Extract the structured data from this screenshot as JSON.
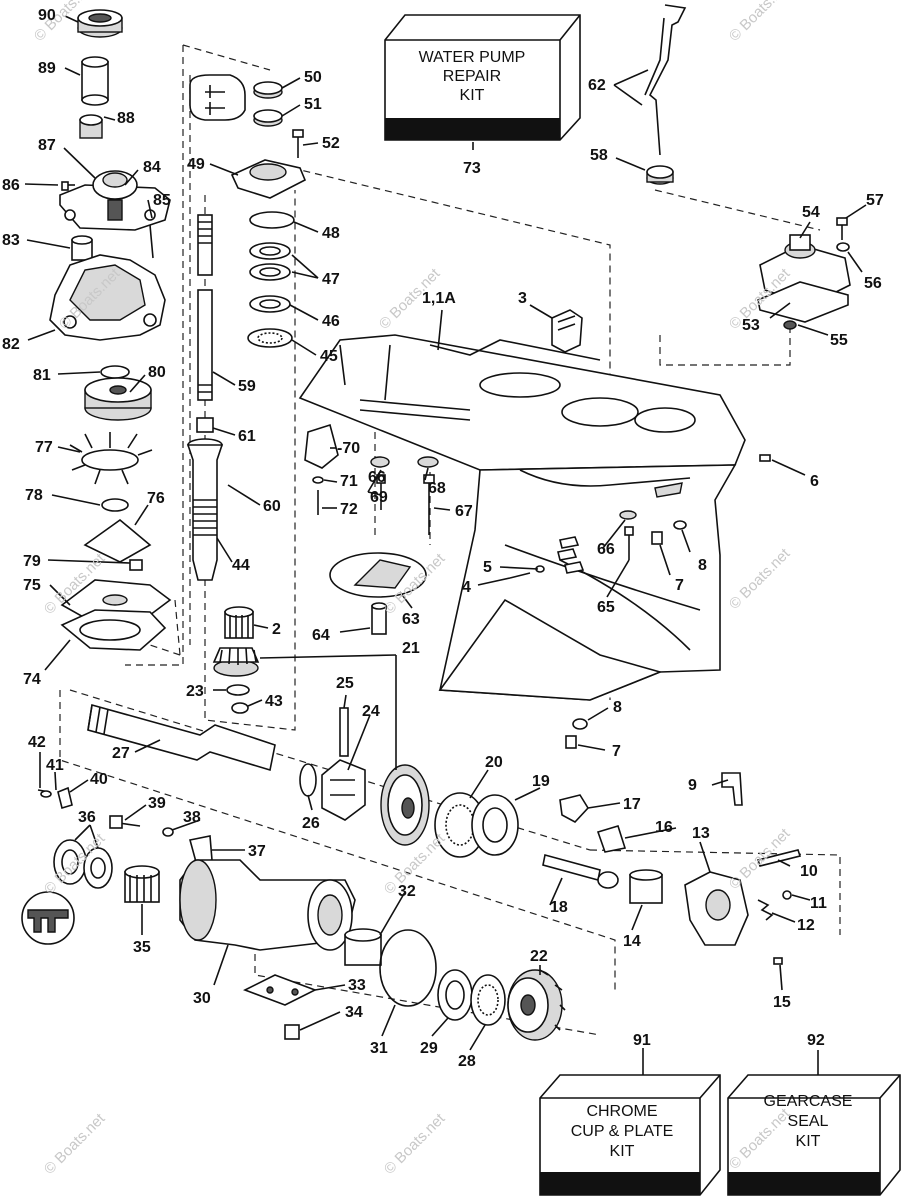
{
  "diagram": {
    "kits": {
      "water_pump": [
        "WATER PUMP",
        "REPAIR",
        "KIT"
      ],
      "chrome_cup": [
        "CHROME",
        "CUP & PLATE",
        "KIT"
      ],
      "gearcase_seal": [
        "GEARCASE",
        "SEAL",
        "KIT"
      ]
    },
    "watermark": "© Boats.net",
    "labels": {
      "p90": "90",
      "p89": "89",
      "p88": "88",
      "p87": "87",
      "p86": "86",
      "p84": "84",
      "p85": "85",
      "p83": "83",
      "p82": "82",
      "p81": "81",
      "p80": "80",
      "p77": "77",
      "p78": "78",
      "p76": "76",
      "p79": "79",
      "p75": "75",
      "p74": "74",
      "p50": "50",
      "p51": "51",
      "p52": "52",
      "p49": "49",
      "p48": "48",
      "p47": "47",
      "p46": "46",
      "p45": "45",
      "p59": "59",
      "p61": "61",
      "p60": "60",
      "p44": "44",
      "p2": "2",
      "p23": "23",
      "p43": "43",
      "p21": "21",
      "p73": "73",
      "p62": "62",
      "p58": "58",
      "p54": "54",
      "p57": "57",
      "p56": "56",
      "p53": "53",
      "p55": "55",
      "p1": "1,1A",
      "p3": "3",
      "p6": "6",
      "p70": "-70",
      "p71": "71",
      "p72": "72",
      "p66a": "66",
      "p69": "69",
      "p68": "68",
      "p67": "67",
      "p66b": "66",
      "p8a": "8",
      "p7a": "7",
      "p5": "5",
      "p4": "4",
      "p65": "65",
      "p63": "63",
      "p64": "64",
      "p8b": "8",
      "p7b": "7",
      "p42": "42",
      "p41": "41",
      "p40": "40",
      "p27": "27",
      "p25": "25",
      "p24": "24",
      "p26": "26",
      "p20": "20",
      "p19": "19",
      "p9": "9",
      "p17": "17",
      "p16": "16",
      "p13": "13",
      "p10": "10",
      "p11": "11",
      "p12": "12",
      "p39": "39",
      "p38": "38",
      "p37": "37",
      "p36": "36",
      "p35": "35",
      "p30": "30",
      "p32": "32",
      "p18": "18",
      "p14": "14",
      "p15": "15",
      "p33": "33",
      "p34": "34",
      "p31": "31",
      "p29": "29",
      "p28": "28",
      "p22": "22",
      "p91": "91",
      "p92": "92"
    }
  }
}
